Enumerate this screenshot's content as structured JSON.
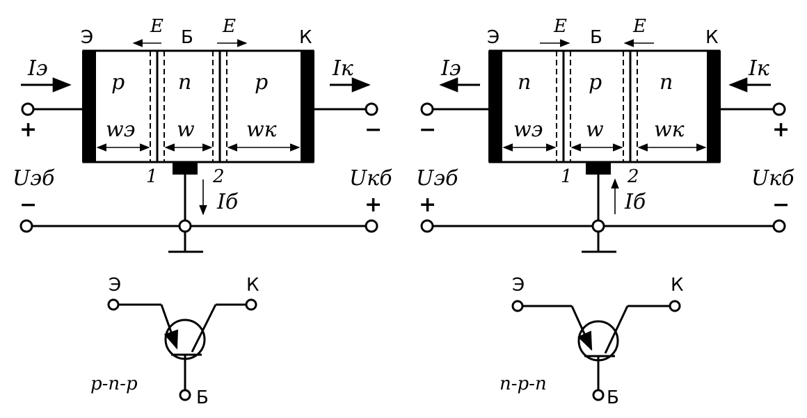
{
  "diagrams": [
    {
      "emitter_label": "Э",
      "base_label": "Б",
      "collector_label": "К",
      "field_left": "E",
      "field_right": "E",
      "region_left": "p",
      "region_mid": "n",
      "region_right": "p",
      "emitter_current": "Iэ",
      "collector_current": "Iк",
      "width_emitter": "wэ",
      "width_base": "w",
      "width_collector": "wк",
      "junction_1": "1",
      "junction_2": "2",
      "voltage_eb": "Uэб",
      "voltage_kb": "Uкб",
      "sign_emitter_terminal": "+",
      "sign_collector_terminal": "−",
      "sign_eb": "−",
      "sign_kb": "+",
      "base_current": "Iб",
      "symbol_emitter": "Э",
      "symbol_collector": "К",
      "symbol_base": "Б",
      "type_label": "p-n-p"
    },
    {
      "emitter_label": "Э",
      "base_label": "Б",
      "collector_label": "К",
      "field_left": "E",
      "field_right": "E",
      "region_left": "n",
      "region_mid": "p",
      "region_right": "n",
      "emitter_current": "Iэ",
      "collector_current": "Iк",
      "width_emitter": "wэ",
      "width_base": "w",
      "width_collector": "wк",
      "junction_1": "1",
      "junction_2": "2",
      "voltage_eb": "Uэб",
      "voltage_kb": "Uкб",
      "sign_emitter_terminal": "−",
      "sign_collector_terminal": "+",
      "sign_eb": "+",
      "sign_kb": "−",
      "base_current": "Iб",
      "symbol_emitter": "Э",
      "symbol_collector": "К",
      "symbol_base": "Б",
      "type_label": "n-p-n"
    }
  ]
}
